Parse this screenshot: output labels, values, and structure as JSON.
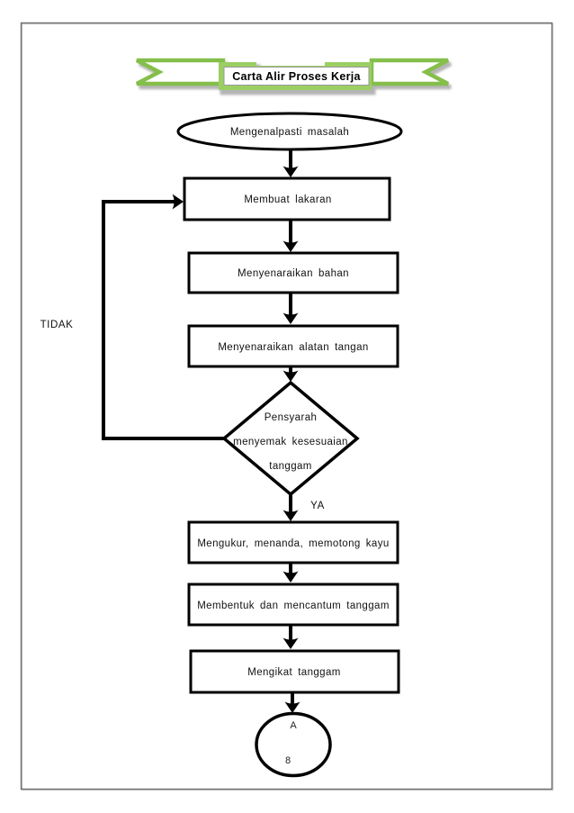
{
  "banner": {
    "title": "Carta Alir Proses Kerja"
  },
  "flow": {
    "start": "Mengenalpasti masalah",
    "step1": "Membuat lakaran",
    "step2": "Menyenaraikan bahan",
    "step3": "Menyenaraikan alatan tangan",
    "decision_line1": "Pensyarah",
    "decision_line2": "menyemak kesesuaian",
    "decision_line3": "tanggam",
    "label_no": "TIDAK",
    "label_yes": "YA",
    "step4": "Mengukur, menanda, memotong kayu",
    "step5": "Membentuk dan mencantum tanggam",
    "step6": "Mengikat tanggam",
    "connector_letter": "A",
    "connector_number": "8"
  },
  "colors": {
    "ribbon_green_fill": "#9ccf63",
    "ribbon_green_stroke": "#85bf4b",
    "ribbon_shadow_gray": "#b5b5b5",
    "page_border_gray": "#6e6e6e",
    "ink_black": "#000000"
  }
}
